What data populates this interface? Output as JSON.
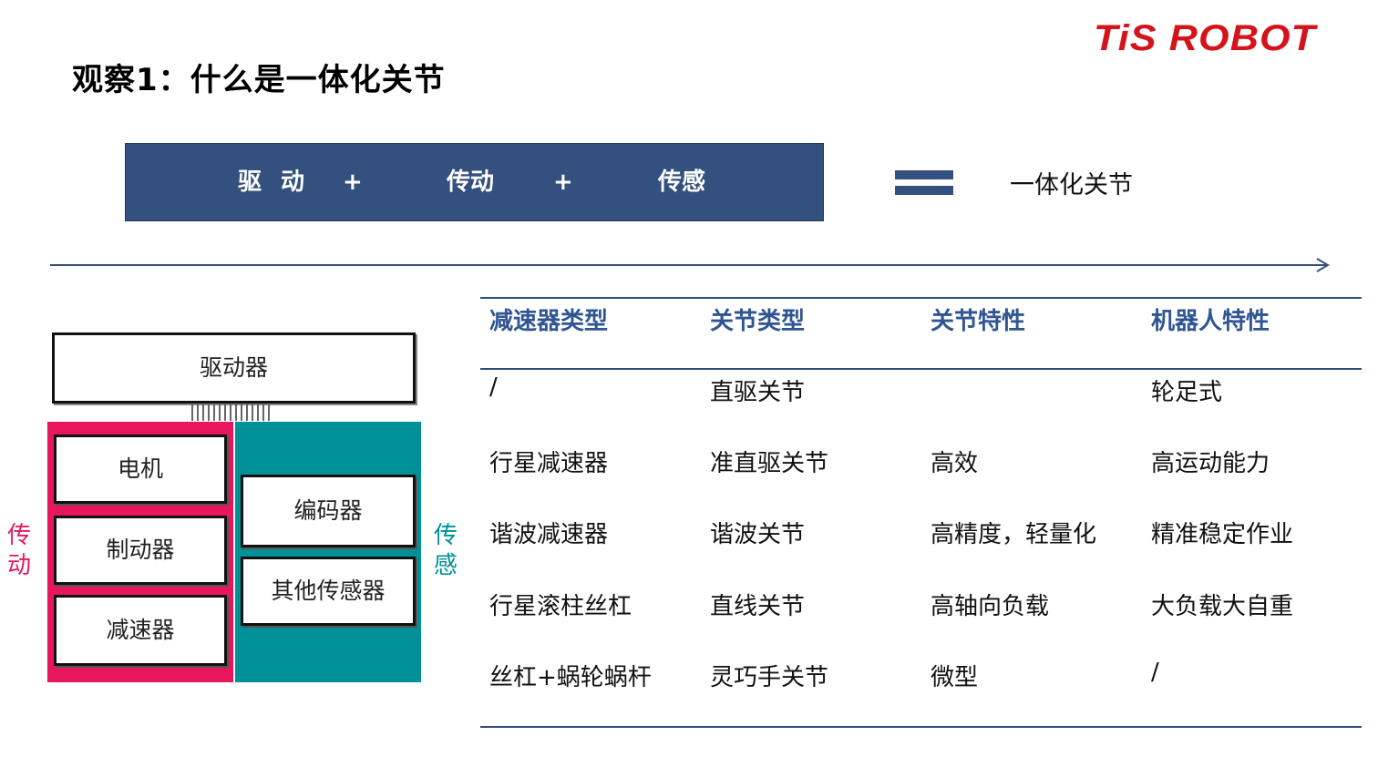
{
  "title": "观察1：什么是一体化关节",
  "logo": "TiS ROBOT",
  "formula": {
    "term_drive": "驱 动",
    "plus": "+",
    "term_transmission": "传动",
    "term_sensing": "传感",
    "result": "一体化关节"
  },
  "diagram": {
    "driver": "驱动器",
    "motor": "电机",
    "brake": "制动器",
    "reducer": "减速器",
    "encoder": "编码器",
    "other_sensors": "其他传感器",
    "label_transmission_1": "传",
    "label_transmission_2": "动",
    "label_sensing_1": "传",
    "label_sensing_2": "感",
    "color_transmission": "#e8175d",
    "color_sensing": "#009097"
  },
  "table": {
    "headers": [
      "减速器类型",
      "关节类型",
      "关节特性",
      "机器人特性"
    ],
    "rows": [
      [
        "/",
        "直驱关节",
        "",
        "轮足式"
      ],
      [
        "行星减速器",
        "准直驱关节",
        "高效",
        "高运动能力"
      ],
      [
        "谐波减速器",
        "谐波关节",
        "高精度，轻量化",
        "精准稳定作业"
      ],
      [
        "行星滚柱丝杠",
        "直线关节",
        "高轴向负载",
        "大负载大自重"
      ],
      [
        "丝杠+蜗轮蜗杆",
        "灵巧手关节",
        "微型",
        "/"
      ]
    ]
  },
  "colors": {
    "accent": "#33507e",
    "header_text": "#2f5592",
    "logo": "#d4141a"
  }
}
